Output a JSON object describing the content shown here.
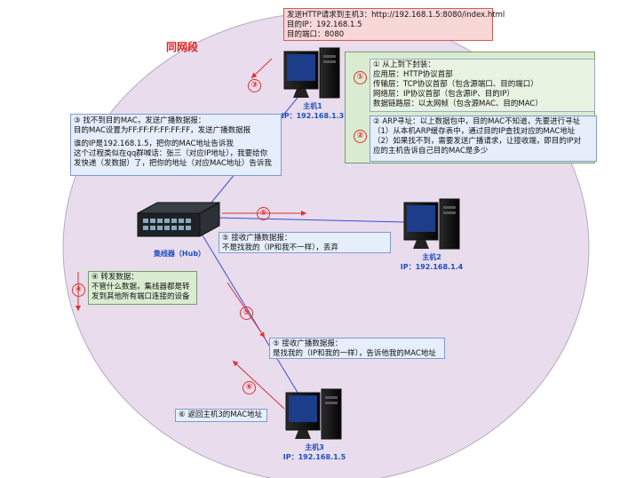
{
  "network_label": "同网段",
  "request_box": {
    "lines": [
      "发送HTTP请求到主机3：http://192.168.1.5:8080/index.html",
      "目的IP：192.168.1.5",
      "目的端口：8080"
    ]
  },
  "encap_box": {
    "lines": [
      "① 从上到下封装：",
      "应用层：HTTP协议首部",
      "传输层：TCP协议首部（包含源端口、目的端口）",
      "网络层：IP协议首部（包含源IP、目的IP）",
      "数据链路层：以太网帧（包含源MAC、目的MAC）"
    ]
  },
  "arp_box": {
    "lines": [
      "② ARP寻址：以上数据包中，目的MAC不知道，先要进行寻址",
      "（1）从本机ARP缓存表中，通过目的IP查找对应的MAC地址",
      "（2）如果找不到，需要发送广播请求，让接收端，即目的IP对",
      "应的主机告诉自己目的MAC是多少"
    ]
  },
  "broadcast_box": {
    "lines": [
      "③ 找不到目的MAC，发送广播数据报：",
      "目的MAC设置为FF:FF:FF:FF:FF:FF，发送广播数据报",
      "",
      "谁的IP是192.168.1.5，把你的MAC地址告诉我",
      "这个过程类似在qq群喊话：张三（对应IP地址），我要给你",
      "发快递（发数据）了，把你的地址（对应MAC地址）告诉我"
    ]
  },
  "recv2_box": {
    "lines": [
      "⑤ 接收广播数据报：",
      "不是找我的（IP和我不一样），丢弃"
    ]
  },
  "forward_box": {
    "lines": [
      "④ 转发数据：",
      "不管什么数据，集线器都是转",
      "发到其他所有端口连接的设备"
    ]
  },
  "recv3_box": {
    "lines": [
      "⑤ 接收广播数据报：",
      "是找我的（IP和我的一样），告诉他我的MAC地址"
    ]
  },
  "return_box": {
    "lines": [
      "⑥ 返回主机3的MAC地址"
    ]
  },
  "host1": {
    "name": "主机1",
    "ip": "IP：192.168.1.3"
  },
  "host2": {
    "name": "主机2",
    "ip": "IP：192.168.1.4"
  },
  "host3": {
    "name": "主机3",
    "ip": "IP：192.168.1.5"
  },
  "hub": {
    "name": "集线器（Hub）"
  },
  "step_markers": [
    "①",
    "②",
    "③",
    "④",
    "⑤",
    "⑤",
    "⑥"
  ],
  "colors": {
    "ellipse_fill": "#e8dced",
    "line": "#3a4fd6",
    "arrow": "#e03030",
    "label": "#1f4fbf"
  }
}
